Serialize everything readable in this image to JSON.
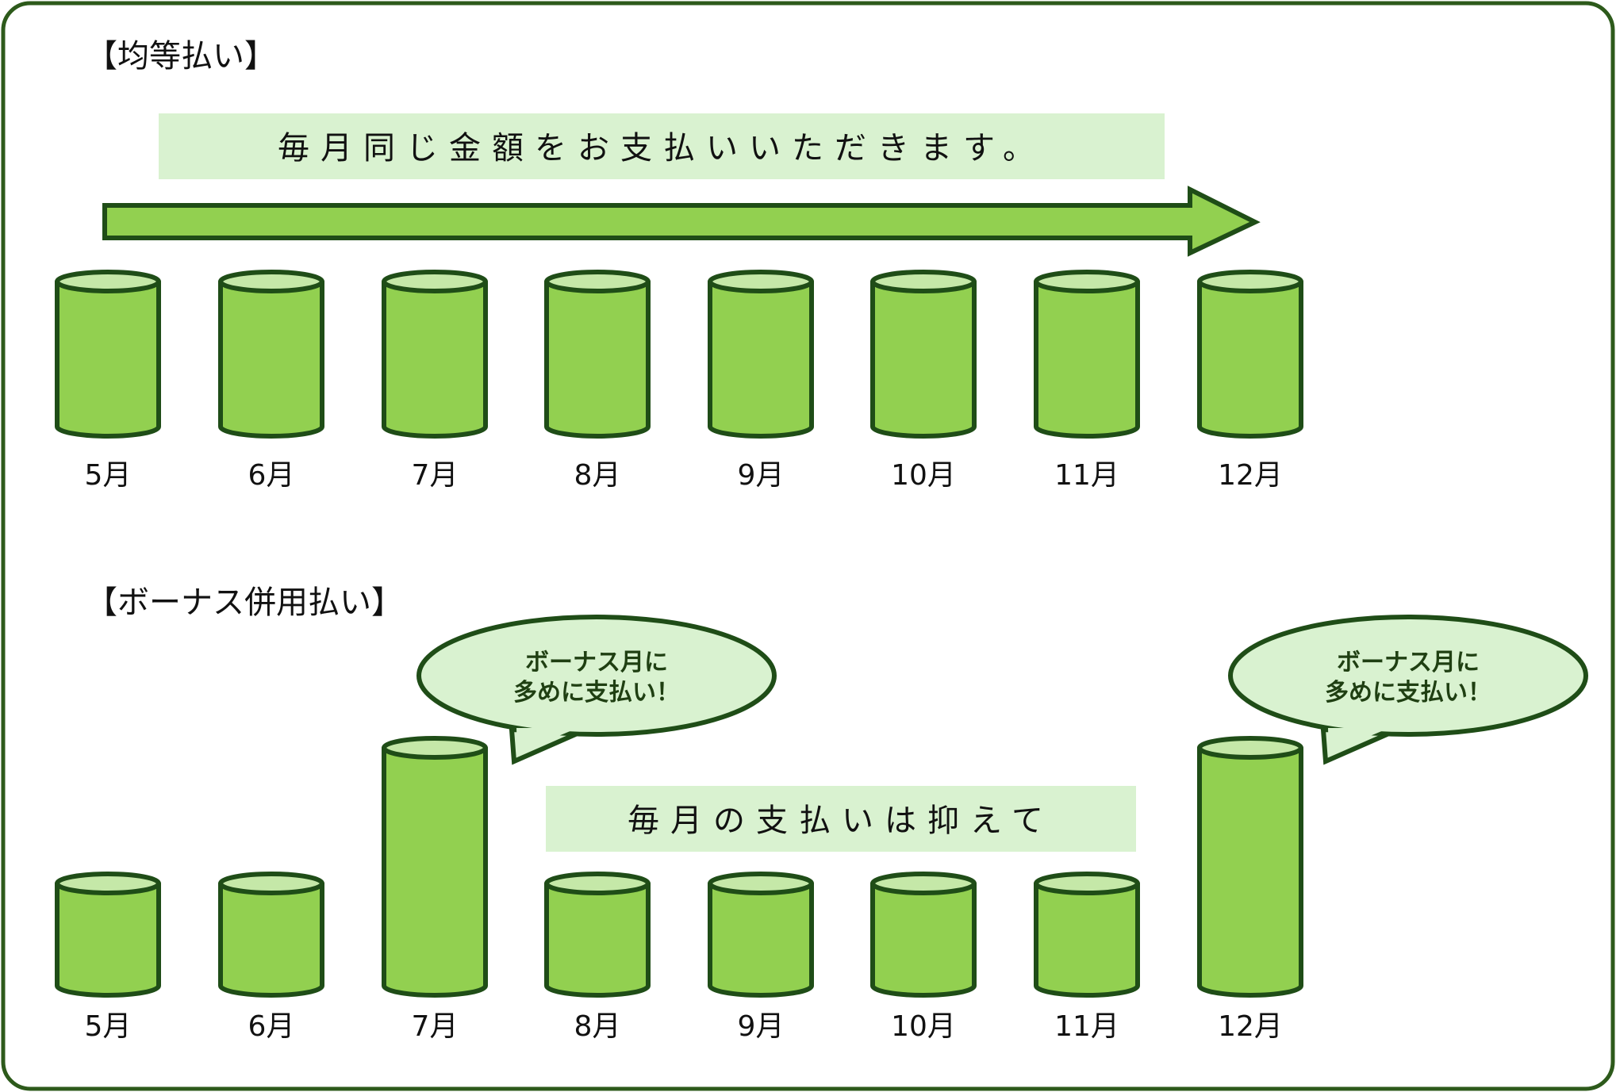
{
  "colors": {
    "frame": "#2d5a1b",
    "outline": "#1f4d17",
    "fill": "#92d050",
    "cylinder_top": "#c5e8a8",
    "banner": "#d9f2d0",
    "text": "#111111",
    "bubble_text": "#1f3f12"
  },
  "equal": {
    "title": "【均等払い】",
    "banner_text": "毎月同じ金額をお支払いいただきます。",
    "months": [
      "5月",
      "6月",
      "7月",
      "8月",
      "9月",
      "10月",
      "11月",
      "12月"
    ],
    "relative_amounts": [
      1,
      1,
      1,
      1,
      1,
      1,
      1,
      1
    ]
  },
  "bonus": {
    "title": "【ボーナス併用払い】",
    "banner_text": "毎月の支払いは抑えて",
    "months": [
      "5月",
      "6月",
      "7月",
      "8月",
      "9月",
      "10月",
      "11月",
      "12月"
    ],
    "relative_amounts": [
      1,
      1,
      2,
      1,
      1,
      1,
      1,
      2
    ],
    "callout_line1": "ボーナス月に",
    "callout_line2": "多めに支払い！"
  }
}
